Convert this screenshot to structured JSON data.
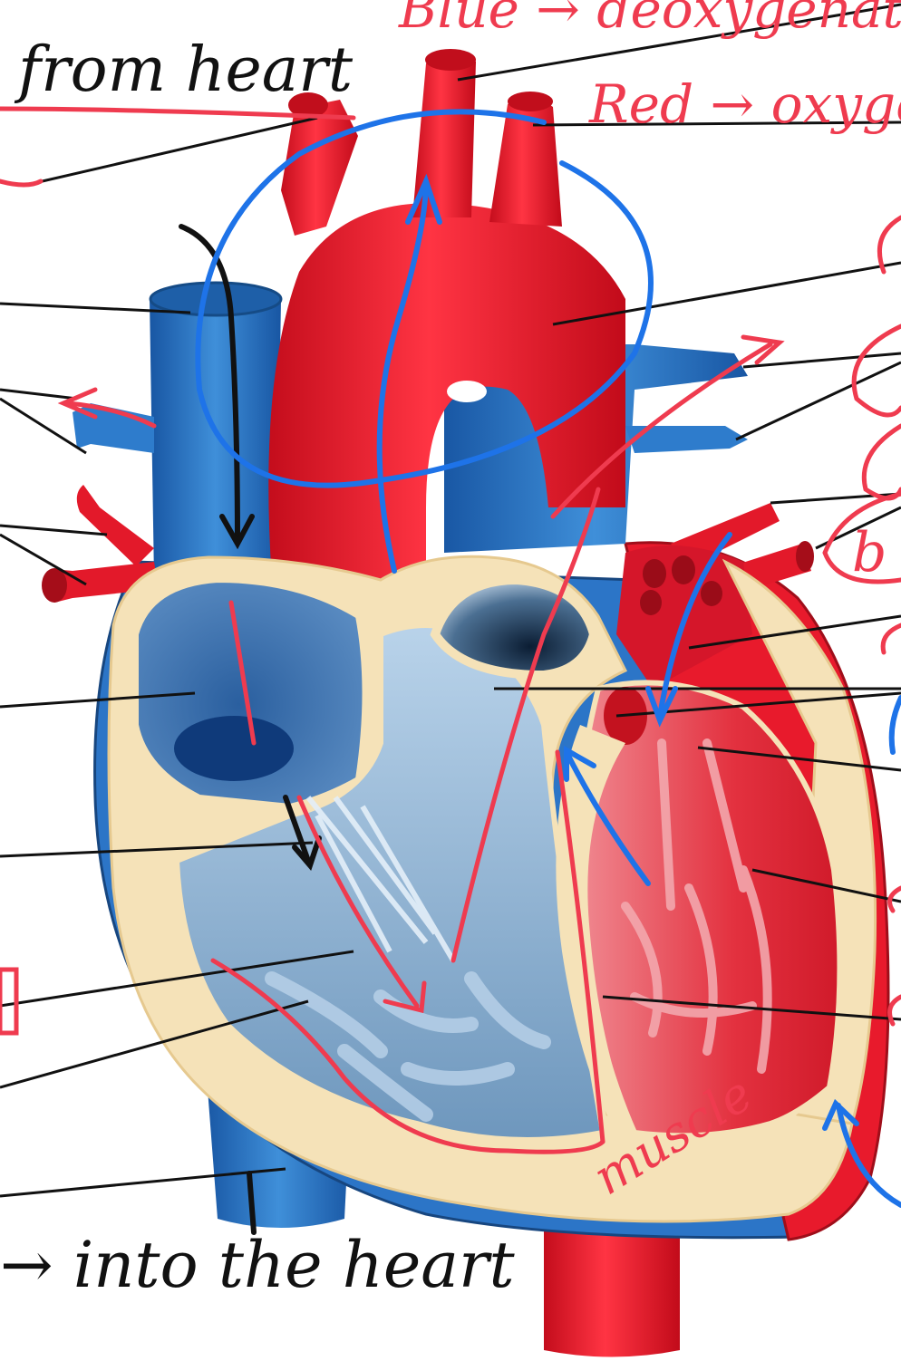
{
  "annotations": {
    "from_heart": "from heart",
    "into_heart": "→ into the heart",
    "top_right_line1": "Blue → deoxygenated",
    "top_right_line2": "Red → oxygenated",
    "muscle": "muscle",
    "right_b": "b"
  },
  "colors": {
    "oxygenated": "#e8172b",
    "deoxygenated": "#1f6fc4",
    "muscle_wall": "#f7e4bb",
    "annotation_red": "#ef3b4f",
    "annotation_blue": "#1e73e8",
    "ink": "#111111"
  }
}
